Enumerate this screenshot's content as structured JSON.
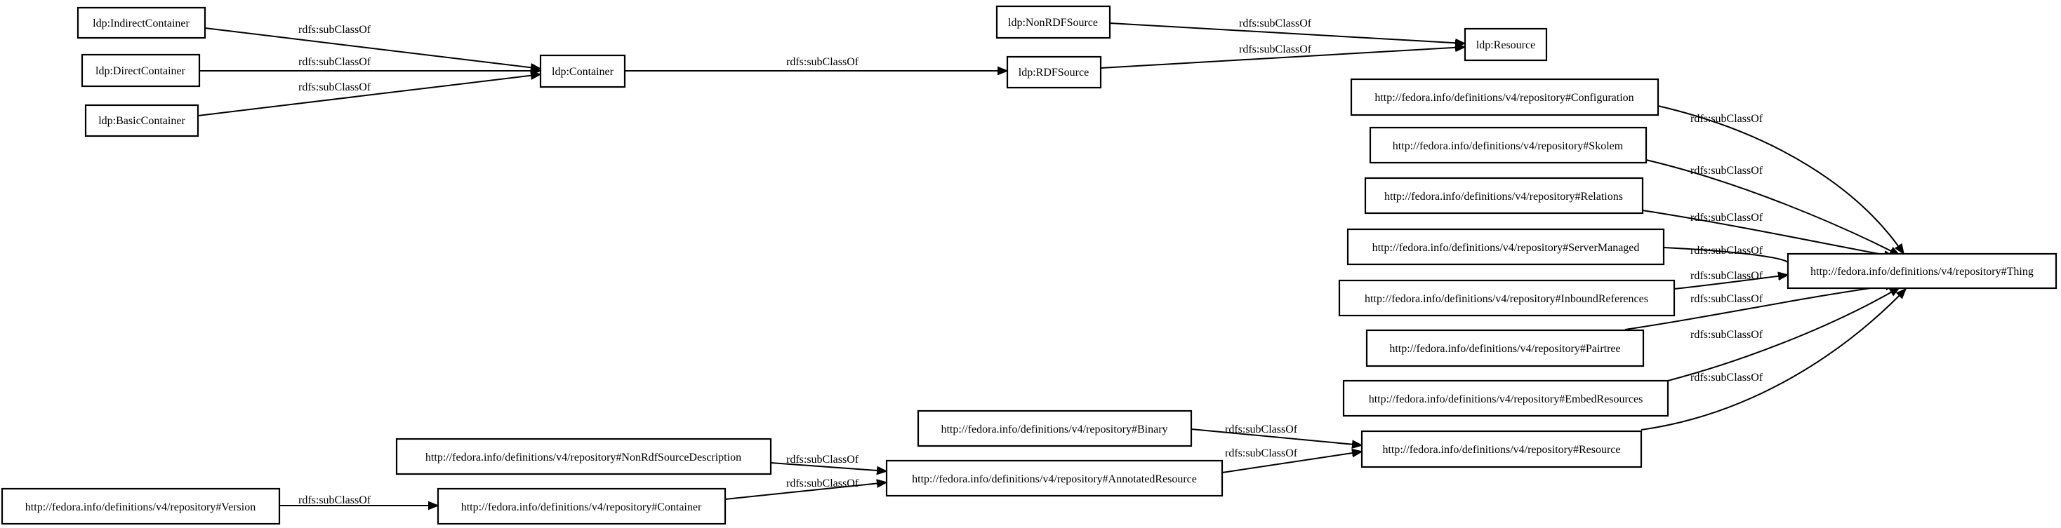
{
  "nodes": {
    "ldp_indirect_container": "ldp:IndirectContainer",
    "ldp_direct_container": "ldp:DirectContainer",
    "ldp_basic_container": "ldp:BasicContainer",
    "ldp_container": "ldp:Container",
    "ldp_non_rdf_source": "ldp:NonRDFSource",
    "ldp_rdf_source": "ldp:RDFSource",
    "ldp_resource": "ldp:Resource",
    "fedora_configuration": "http://fedora.info/definitions/v4/repository#Configuration",
    "fedora_skolem": "http://fedora.info/definitions/v4/repository#Skolem",
    "fedora_relations": "http://fedora.info/definitions/v4/repository#Relations",
    "fedora_server_managed": "http://fedora.info/definitions/v4/repository#ServerManaged",
    "fedora_inbound_references": "http://fedora.info/definitions/v4/repository#InboundReferences",
    "fedora_pairtree": "http://fedora.info/definitions/v4/repository#Pairtree",
    "fedora_embed_resources": "http://fedora.info/definitions/v4/repository#EmbedResources",
    "fedora_thing": "http://fedora.info/definitions/v4/repository#Thing",
    "fedora_binary": "http://fedora.info/definitions/v4/repository#Binary",
    "fedora_non_rdf_source_description": "http://fedora.info/definitions/v4/repository#NonRdfSourceDescription",
    "fedora_annotated_resource": "http://fedora.info/definitions/v4/repository#AnnotatedResource",
    "fedora_resource": "http://fedora.info/definitions/v4/repository#Resource",
    "fedora_version": "http://fedora.info/definitions/v4/repository#Version",
    "fedora_container": "http://fedora.info/definitions/v4/repository#Container"
  },
  "edge_label": "rdfs:subClassOf"
}
